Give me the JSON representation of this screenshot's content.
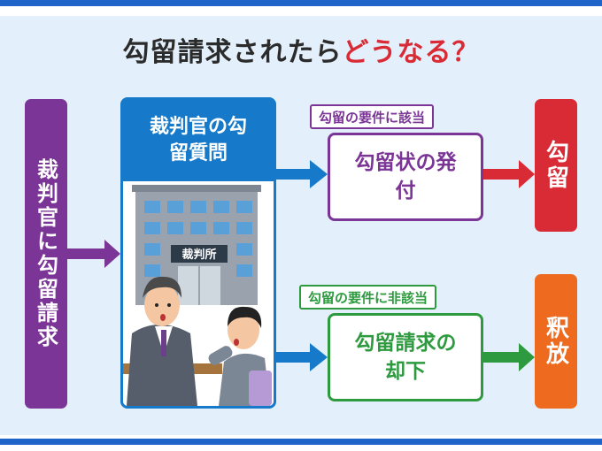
{
  "title_main": "勾留請求されたら",
  "title_highlight": "どうなる？",
  "request_label": "裁判官に勾留請求",
  "court": {
    "header": "裁判官の勾留質問",
    "sign": "裁判所"
  },
  "branch_applies": {
    "condition": "勾留の要件に該当",
    "action": "勾留状の発付",
    "outcome": "勾留"
  },
  "branch_not_applies": {
    "condition": "勾留の要件に非該当",
    "action": "勾留請求の却下",
    "outcome": "釈放"
  },
  "colors": {
    "blue_stripe": "#1f64c8",
    "panel": "#e3f0fb",
    "purple": "#7b3596",
    "court_blue": "#1679c9",
    "red": "#d92b35",
    "green": "#2e9a3f",
    "orange": "#ee6a1f",
    "title_accent": "#d92b35"
  }
}
